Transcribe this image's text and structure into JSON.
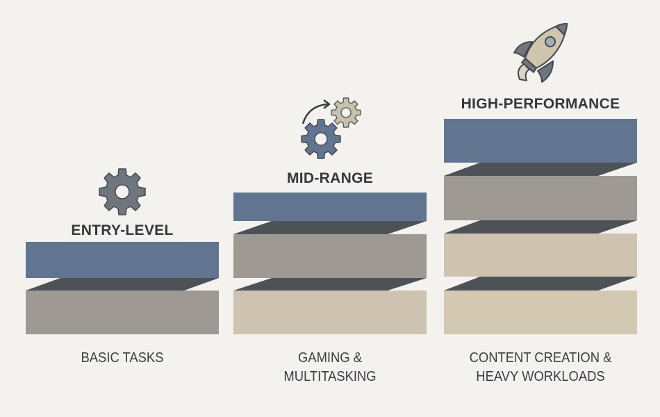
{
  "colors": {
    "background": "#f3f2ee",
    "blue": "#627590",
    "gray": "#9e9a93",
    "tan_light": "#cdc3b0",
    "tan_lighter": "#d3c8b1",
    "connector": "#4c5256",
    "text": "#33373b",
    "icon_gray": "#6f767d",
    "icon_tan": "#cfc5ae"
  },
  "tiers": [
    {
      "title": "ENTRY-LEVEL",
      "description_lines": [
        "BASIC TASKS"
      ],
      "icon": "gear-icon",
      "layers": [
        "blue",
        "gray"
      ]
    },
    {
      "title": "MID-RANGE",
      "description_lines": [
        "GAMING &",
        "MULTITASKING"
      ],
      "icon": "rotating-gears-icon",
      "layers": [
        "blue",
        "gray",
        "tan"
      ]
    },
    {
      "title": "HIGH-PERFORMANCE",
      "description_lines": [
        "CONTENT CREATION &",
        "HEAVY WORKLOADS"
      ],
      "icon": "rocket-icon",
      "layers": [
        "blue",
        "gray",
        "tan",
        "tan"
      ]
    }
  ]
}
